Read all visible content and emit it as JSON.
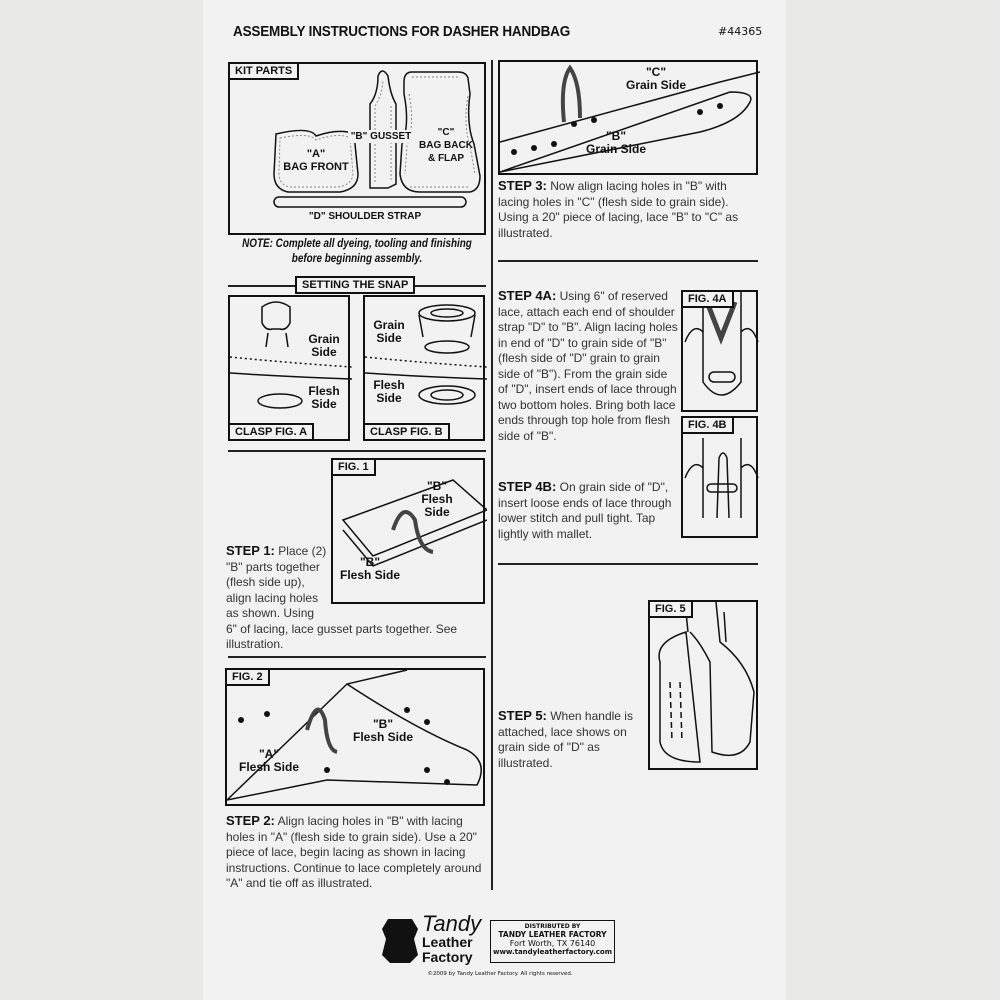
{
  "header": {
    "title": "ASSEMBLY INSTRUCTIONS FOR DASHER HANDBAG",
    "item_number": "#44365"
  },
  "kit_parts": {
    "label": "KIT PARTS",
    "part_a": "\"A\"",
    "part_a_name": "BAG FRONT",
    "part_b": "\"B\"  GUSSET",
    "part_c": "\"C\"",
    "part_c_name": "BAG BACK & FLAP",
    "part_d": "\"D\" SHOULDER STRAP"
  },
  "note": {
    "line1": "NOTE: Complete all dyeing, tooling and finishing",
    "line2": "before beginning assembly."
  },
  "snap": {
    "heading": "SETTING THE SNAP",
    "fig_a": "CLASP FIG. A",
    "fig_b": "CLASP FIG. B",
    "grain_side": "Grain Side",
    "flesh_side": "Flesh Side"
  },
  "fig1": {
    "label": "FIG. 1",
    "b_top": "\"B\"",
    "b_top_side": "Flesh Side",
    "b_bottom": "\"B\"",
    "b_bottom_side": "Flesh Side"
  },
  "step1": {
    "heading": "STEP 1:",
    "text": "Place (2) \"B\" parts together (flesh side up), align lacing holes as shown. Using 6\" of lacing, lace gusset parts together. See illustration."
  },
  "fig2": {
    "label": "FIG. 2",
    "b": "\"B\"",
    "b_side": "Flesh Side",
    "a": "\"A\"",
    "a_side": "Flesh Side"
  },
  "step2": {
    "heading": "STEP 2:",
    "text": "Align lacing holes in \"B\" with lacing holes in \"A\" (flesh side to grain side). Use a 20\" piece of lace, begin lacing as shown in lacing instructions. Continue to lace completely around \"A\" and tie off as illustrated."
  },
  "fig3": {
    "c": "\"C\"",
    "c_side": "Grain Side",
    "b": "\"B\"",
    "b_side": "Grain Side"
  },
  "step3": {
    "heading": "STEP 3:",
    "text": "Now align lacing holes in \"B\" with lacing holes in \"C\" (flesh side to grain side). Using a 20\" piece of lacing, lace \"B\" to \"C\" as illustrated."
  },
  "step4a": {
    "heading": "STEP 4A:",
    "text": "Using 6\" of reserved lace, attach each end of shoulder strap \"D\" to \"B\". Align lacing holes in end of \"D\" to grain side of \"B\" (flesh side of \"D\" grain to grain side of \"B\"). From the grain side of \"D\", insert ends of lace through two bottom holes. Bring both lace ends through top hole from flesh side of \"B\"."
  },
  "fig4a": {
    "label": "FIG. 4A"
  },
  "fig4b": {
    "label": "FIG. 4B"
  },
  "step4b": {
    "heading": "STEP 4B:",
    "text": "On grain side of \"D\", insert loose ends of lace through lower stitch and pull tight. Tap lightly with mallet."
  },
  "fig5": {
    "label": "FIG. 5"
  },
  "step5": {
    "heading": "STEP 5:",
    "text": "When handle is attached, lace shows on grain side of \"D\" as illustrated."
  },
  "footer": {
    "logo_line1": "Tandy",
    "logo_line2": "Leather",
    "logo_line3": "Factory",
    "distributed_by": "DISTRIBUTED BY",
    "company": "TANDY LEATHER FACTORY",
    "address": "Fort Worth, TX 76140",
    "website": "www.tandyleatherfactory.com",
    "copyright": "©2009 by Tandy Leather Factory. All rights reserved."
  }
}
